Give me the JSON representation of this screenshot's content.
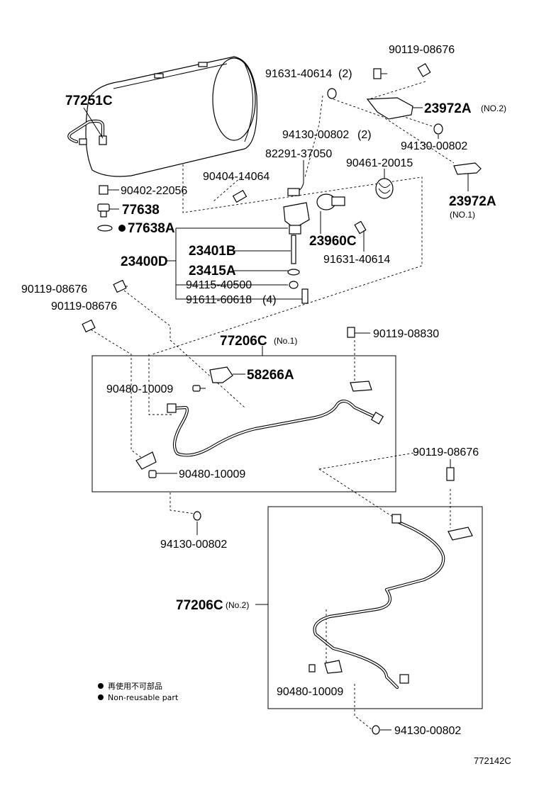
{
  "labels": {
    "p_90119_08676_top": "90119-08676",
    "p_91631_40614_2": "91631-40614",
    "p_91631_40614_2_qty": "(2)",
    "p_23972a_no2": "23972A",
    "p_23972a_no2_sub": "(NO.2)",
    "p_77251c": "77251C",
    "p_94130_00802_2": "94130-00802",
    "p_94130_00802_2_qty": "(2)",
    "p_94130_00802_r": "94130-00802",
    "p_82291_37050": "82291-37050",
    "p_90404_14064": "90404-14064",
    "p_90461_20015": "90461-20015",
    "p_90402_22056": "90402-22056",
    "p_23972a_no1": "23972A",
    "p_23972a_no1_sub": "(NO.1)",
    "p_77638": "77638",
    "p_77638a": "77638A",
    "p_23960c": "23960C",
    "p_91631_40614": "91631-40614",
    "p_23400d": "23400D",
    "p_23401b": "23401B",
    "p_23415a": "23415A",
    "p_94115_40500": "94115-40500",
    "p_91611_60618": "91611-60618",
    "p_91611_60618_qty": "(4)",
    "p_90119_08676_l1": "90119-08676",
    "p_90119_08676_l2": "90119-08676",
    "p_90119_08830": "90119-08830",
    "p_77206c_no1": "77206C",
    "p_77206c_no1_sub": "(No.1)",
    "p_58266a": "58266A",
    "p_90480_10009_a": "90480-10009",
    "p_90480_10009_b": "90480-10009",
    "p_90119_08676_r": "90119-08676",
    "p_94130_00802_b1": "94130-00802",
    "p_77206c_no2": "77206C",
    "p_77206c_no2_sub": "(No.2)",
    "p_90480_10009_c": "90480-10009",
    "p_94130_00802_b2": "94130-00802"
  },
  "legend": {
    "jp": "再使用不可部品",
    "en": "Non-reusable part"
  },
  "diagram_id": "772142C"
}
